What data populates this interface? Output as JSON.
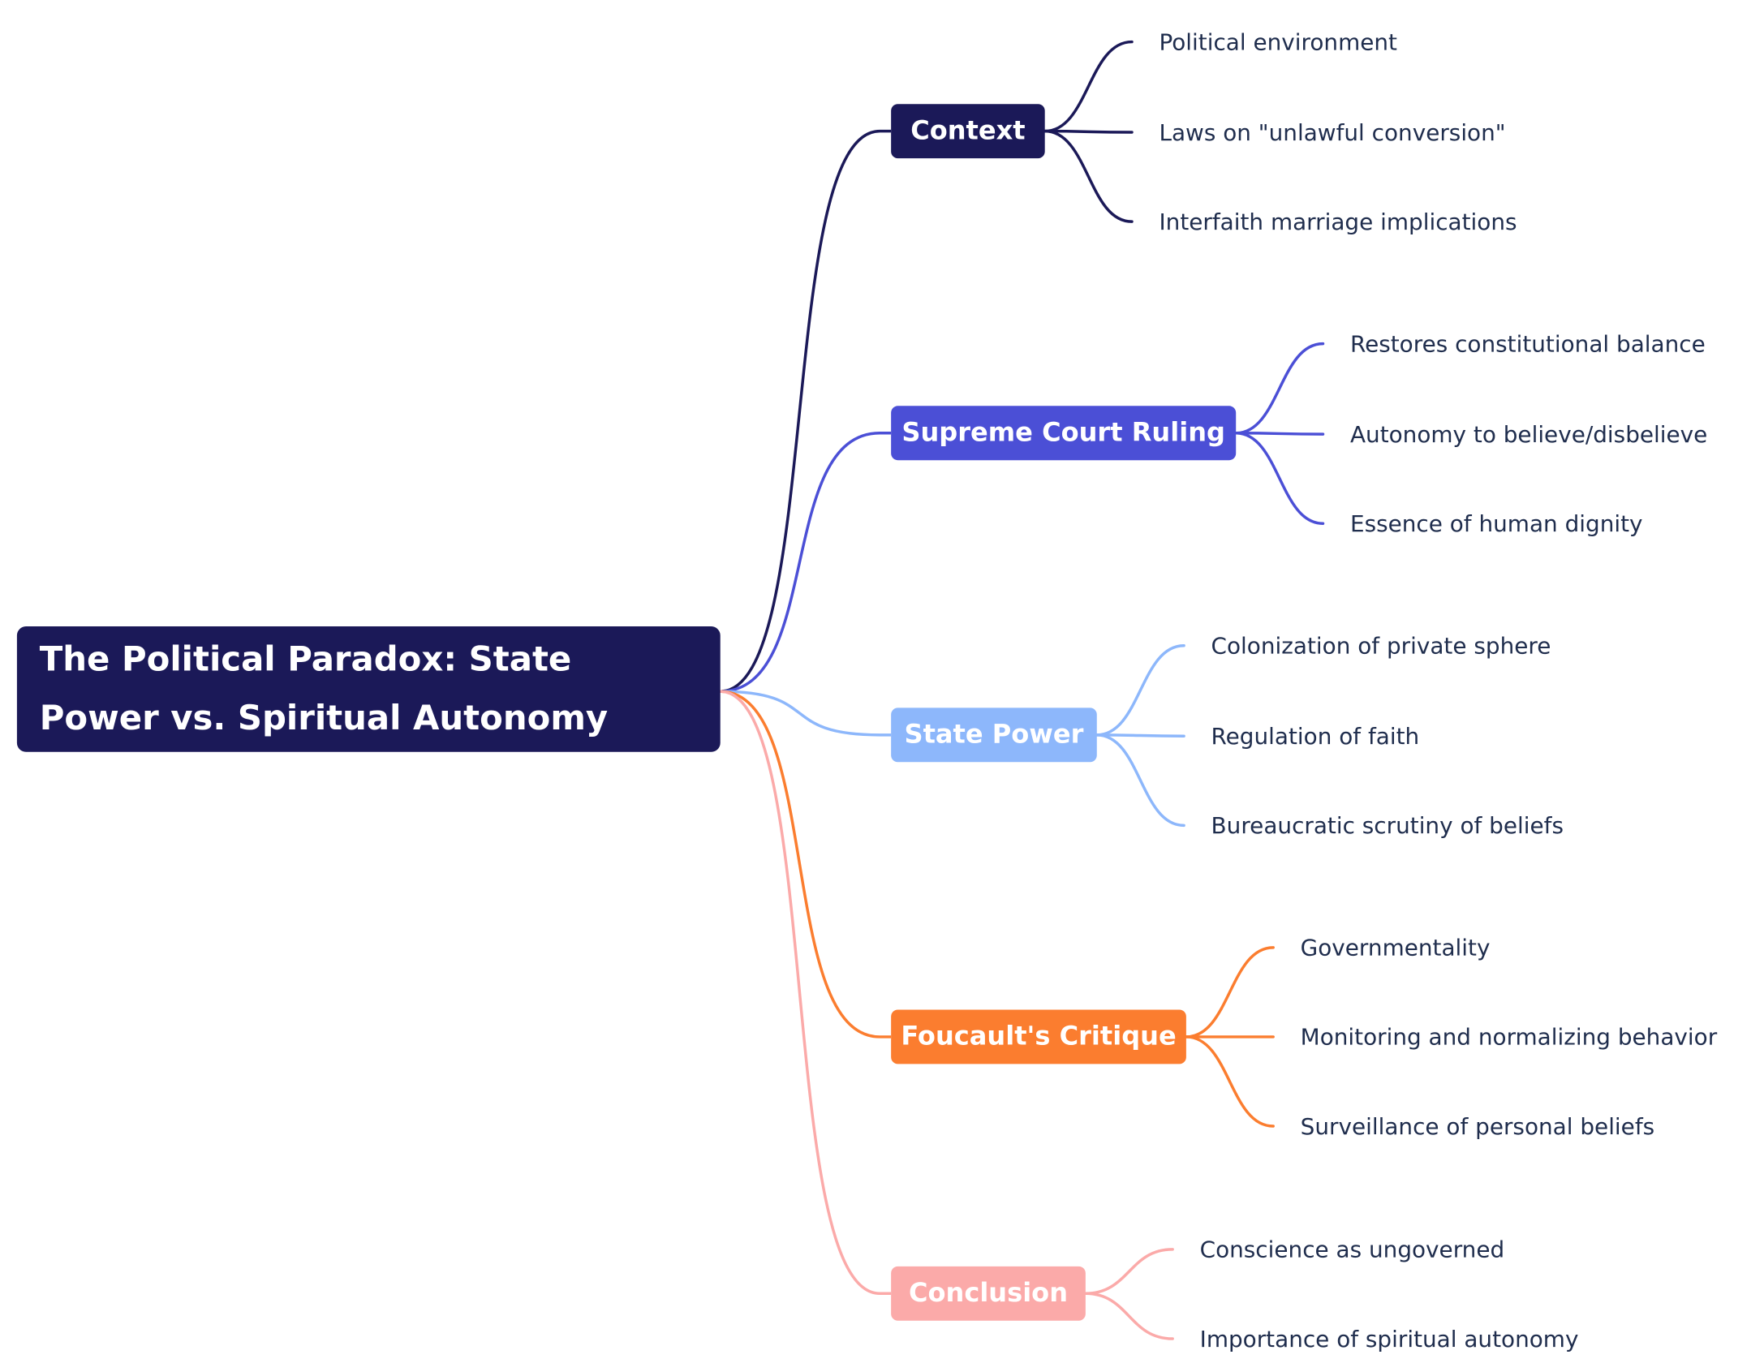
{
  "root": {
    "label": "The Political Paradox: State Power vs. Spiritual Autonomy",
    "color": "#1b1958"
  },
  "branches": [
    {
      "label": "Context",
      "color": "#1b1958",
      "children": [
        "Political environment",
        "Laws on \"unlawful conversion\"",
        "Interfaith marriage implications"
      ]
    },
    {
      "label": "Supreme Court Ruling",
      "color": "#4b4fd6",
      "children": [
        "Restores constitutional balance",
        "Autonomy to believe/disbelieve",
        "Essence of human dignity"
      ]
    },
    {
      "label": "State Power",
      "color": "#8db7fb",
      "children": [
        "Colonization of private sphere",
        "Regulation of faith",
        "Bureaucratic scrutiny of beliefs"
      ]
    },
    {
      "label": "Foucault's Critique",
      "color": "#fb7d2f",
      "children": [
        "Governmentality",
        "Monitoring and normalizing behavior",
        "Surveillance of personal beliefs"
      ]
    },
    {
      "label": "Conclusion",
      "color": "#fbaaa9",
      "children": [
        "Conscience as ungoverned",
        "Importance of spiritual autonomy"
      ]
    }
  ]
}
